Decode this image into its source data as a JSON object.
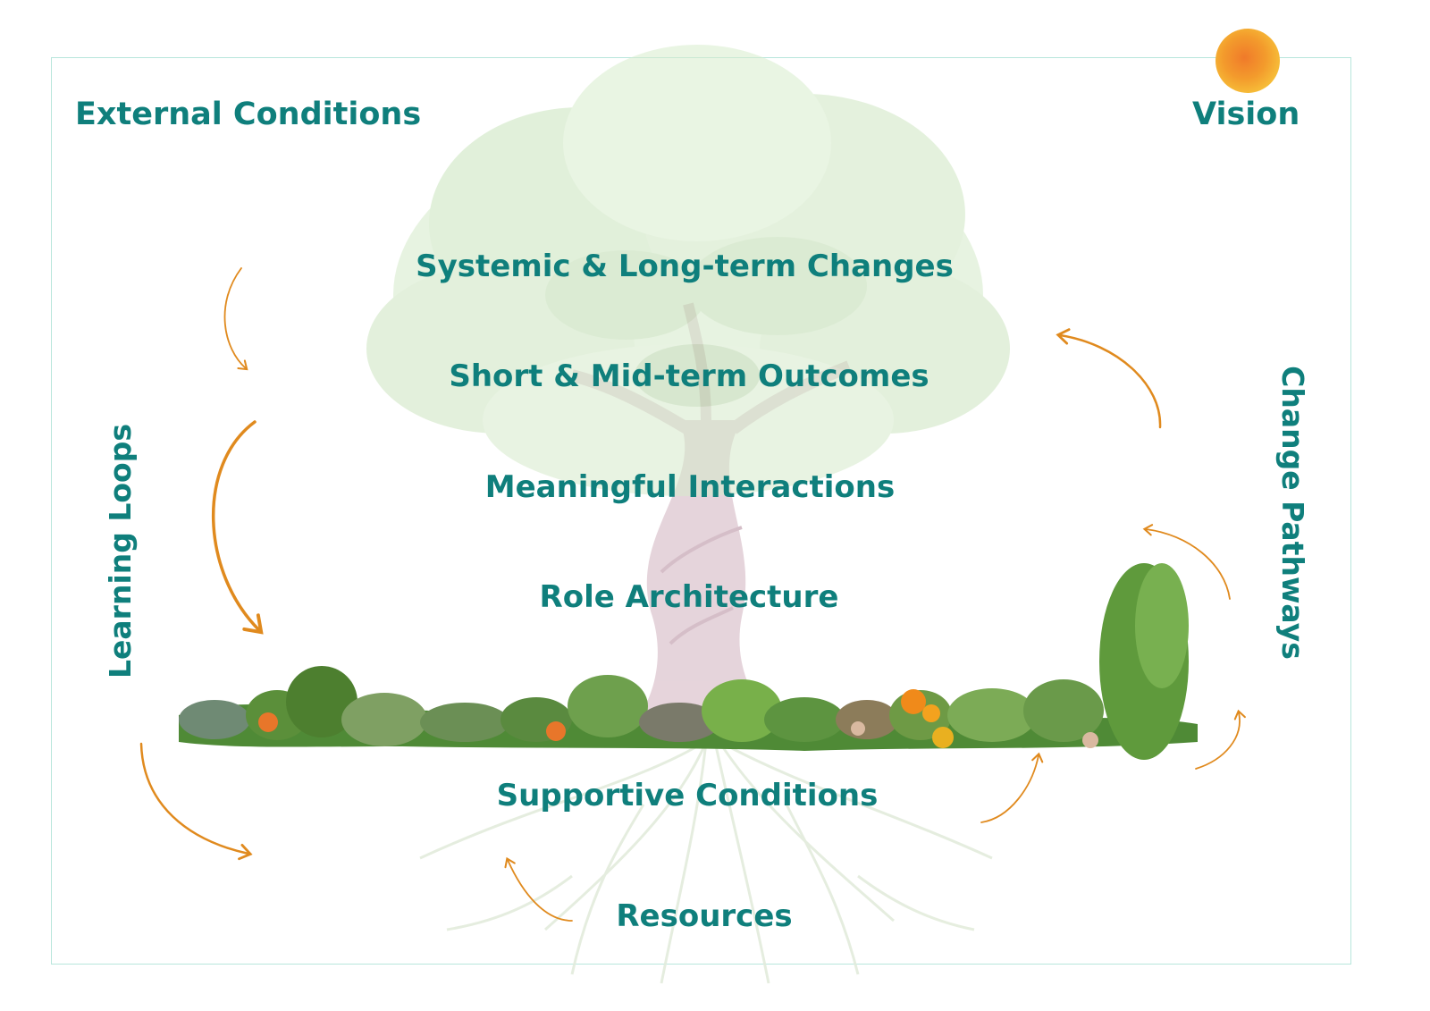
{
  "diagram": {
    "corners": {
      "top_left": "External Conditions",
      "top_right": "Vision"
    },
    "layers": [
      "Systemic & Long-term Changes",
      "Short & Mid-term Outcomes",
      "Meaningful Interactions",
      "Role Architecture",
      "Supportive Conditions",
      "Resources"
    ],
    "side_labels": {
      "left": "Learning Loops",
      "right": "Change Pathways"
    },
    "icons": {
      "sun": "sun-icon",
      "tree": "tree-illustration",
      "garden": "garden-plants-illustration",
      "arrows": "curved-arrow-icon"
    },
    "colors": {
      "text": "#0f7f7c",
      "frame": "#b8e6dc",
      "arrow": "#e08a1e",
      "sun": "#f3a52c",
      "foliage": "#cfe8c4",
      "trunk": "#d9c2cc",
      "roots": "#e6efe0",
      "plants": "#5c9a3a"
    }
  }
}
